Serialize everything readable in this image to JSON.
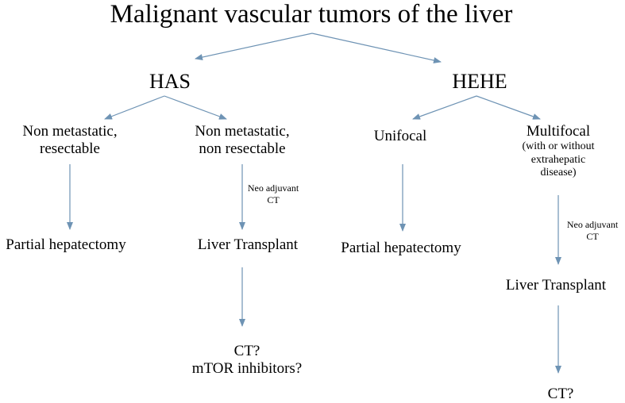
{
  "title": "Malignant vascular tumors of the liver",
  "nodes": {
    "has": "HAS",
    "hehe": "HEHE",
    "has_nonmet_resectable": [
      "Non metastatic,",
      "resectable"
    ],
    "has_nonmet_nonresectable": [
      "Non metastatic,",
      "non resectable"
    ],
    "hehe_unifocal": "Unifocal",
    "hehe_multifocal": "Multifocal",
    "hehe_multifocal_note": [
      "(with  or without",
      "extrahepatic",
      "disease)"
    ],
    "has_partial_hepatectomy": "Partial hepatectomy",
    "has_liver_transplant": "Liver Transplant",
    "has_ct_mtor": [
      "CT?",
      "mTOR inhibitors?"
    ],
    "hehe_partial_hepatectomy": "Partial hepatectomy",
    "hehe_liver_transplant": "Liver Transplant",
    "hehe_ct": "CT?"
  },
  "edge_labels": {
    "has_neo_adjuvant": [
      "Neo adjuvant",
      "CT"
    ],
    "hehe_neo_adjuvant": [
      "Neo adjuvant",
      "CT"
    ]
  },
  "colors": {
    "arrow": "#6e93b4",
    "text": "#000000"
  }
}
